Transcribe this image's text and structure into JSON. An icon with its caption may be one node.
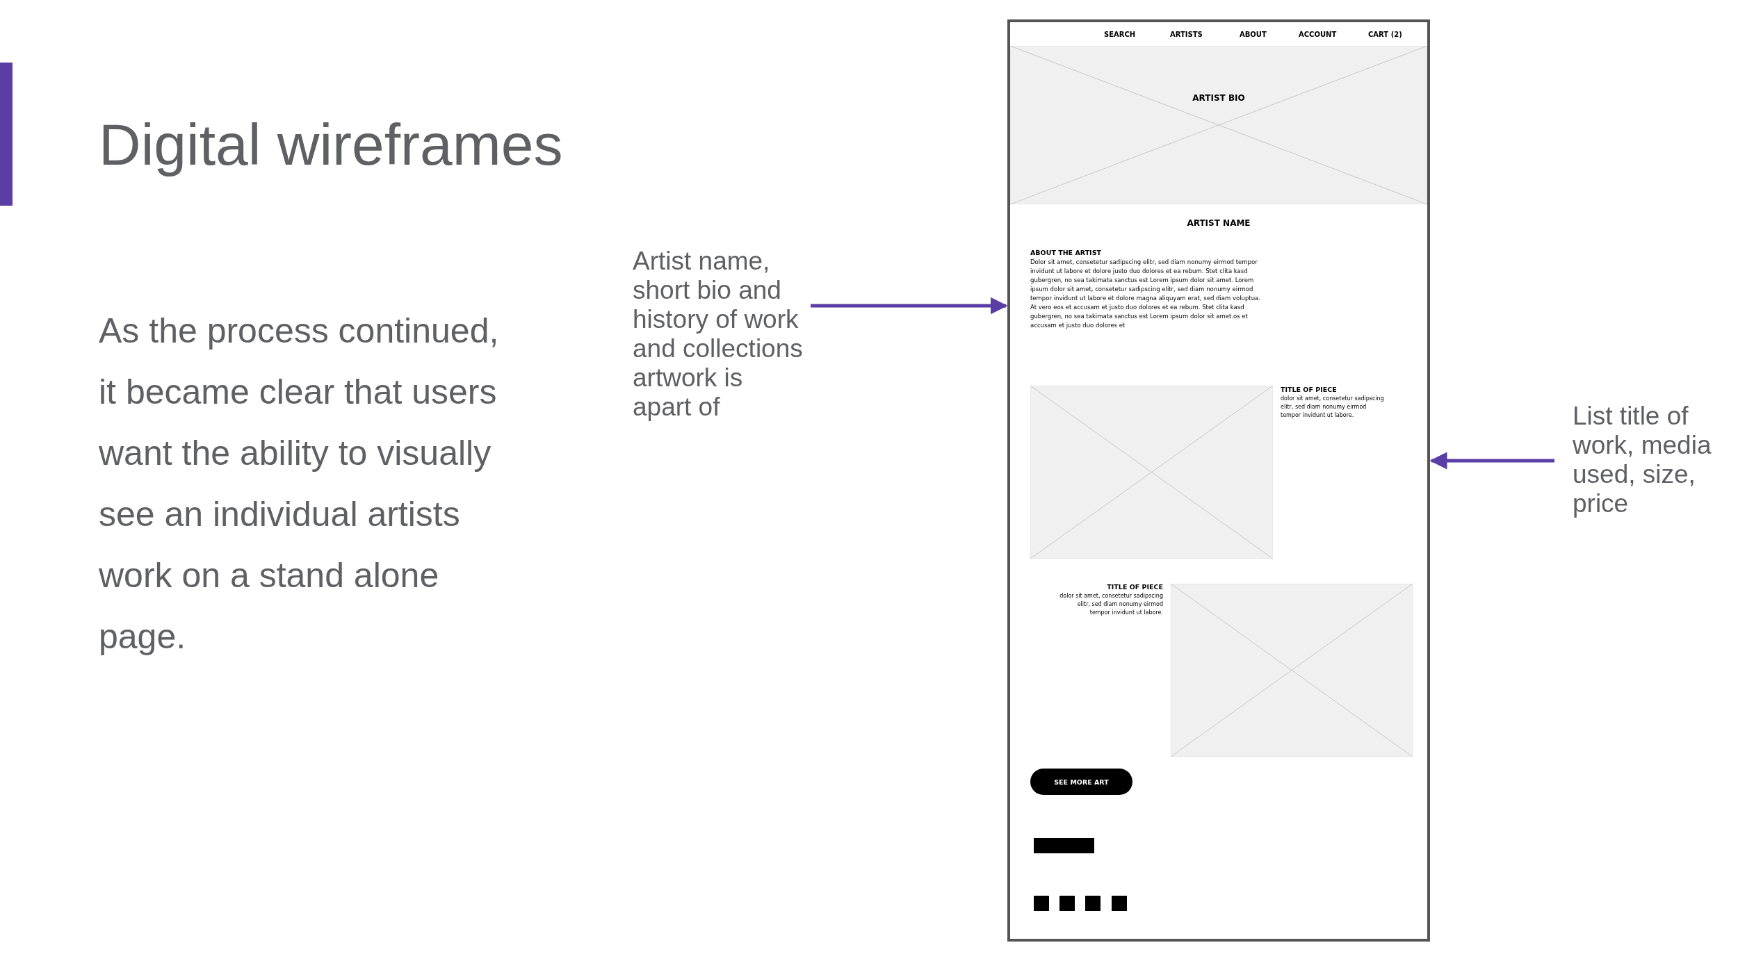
{
  "diagram": {
    "title": "Digital wireframes",
    "nodes": [
      {
        "text": [
          "Artist name, short bio and history of work and collections artwork is apart of"
        ]
      },
      {
        "text": [],
        "shape": "box"
      },
      {
        "text": [
          "List title of work, media used, size, price"
        ]
      }
    ],
    "edges": [
      {
        "from": 0,
        "to": 1,
        "arrow": "to"
      },
      {
        "from": 2,
        "to": 1,
        "arrow": "to"
      }
    ],
    "labels": [
      "As the process continued, it became clear that users want the ability to visually see an individual artists work on a stand alone page.",
      "SEARCH",
      "ARTISTS",
      "ABOUT",
      "ACCOUNT",
      "CART (2)",
      "ARTIST BIO",
      "ARTIST NAME",
      "ABOUT THE ARTIST",
      "Dolor sit amet, consetetur sadipscing elitr, sed diam nonumy eirmod tempor invidunt ut labore et dolore justo duo dolores et ea rebum. Stet clita kasd gubergren, no sea takimata sanctus est Lorem ipsum dolor sit amet. Lorem ipsum dolor sit amet, consetetur sadipscing elitr, sed diam nonumy eirmod tempor invidunt ut labore et dolore magna aliquyam erat, sed diam voluptua. At vero eos et accusam et justo duo dolores et ea rebum. Stet clita kasd gubergren, no sea takimata sanctus est Lorem ipsum dolor sit amet.os et accusam et justo duo dolores et",
      "TITLE OF PIECE",
      "dolor sit amet, consetetur sadipscing elitr, sed diam nonumy eirmod tempor invidunt ut labore.",
      "TITLE OF PIECE",
      "dolor sit amet, consetetur sadipscing elitr, sed diam nonumy eirmod tempor invidunt ut labore.",
      "SEE MORE ART"
    ]
  }
}
